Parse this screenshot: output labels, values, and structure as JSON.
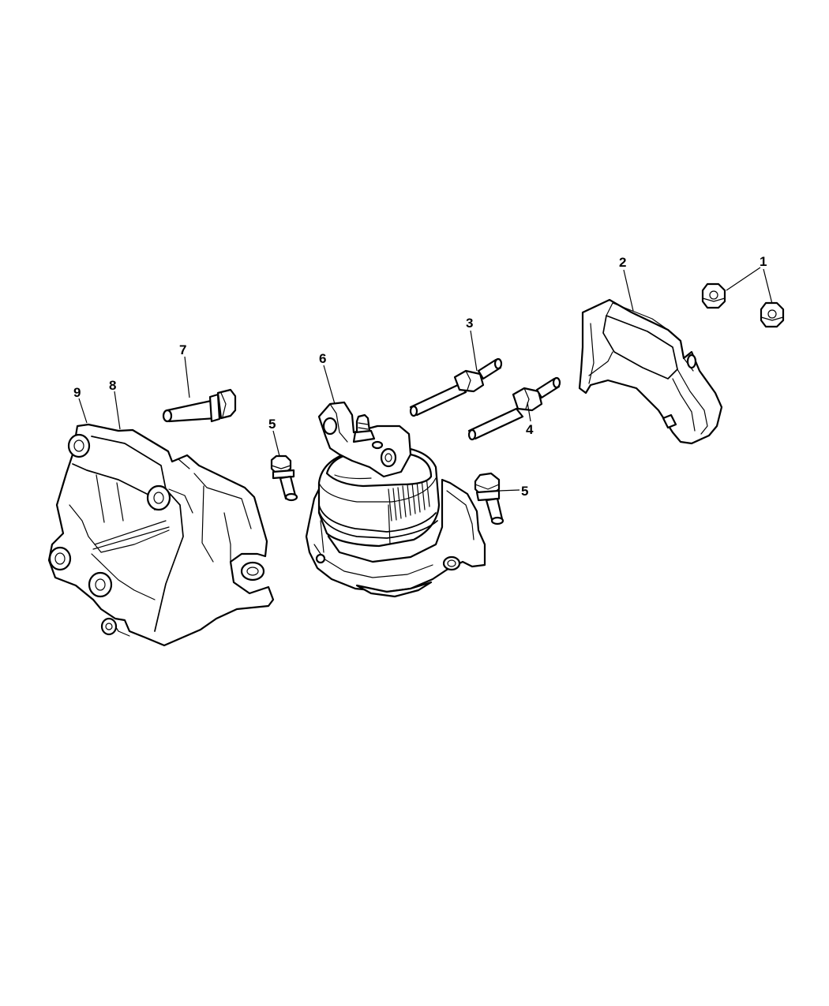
{
  "callouts": [
    {
      "id": "c1",
      "text": "1"
    },
    {
      "id": "c2",
      "text": "2"
    },
    {
      "id": "c3",
      "text": "3"
    },
    {
      "id": "c4",
      "text": "4"
    },
    {
      "id": "c5a",
      "text": "5"
    },
    {
      "id": "c5b",
      "text": "5"
    },
    {
      "id": "c6",
      "text": "6"
    },
    {
      "id": "c7",
      "text": "7"
    },
    {
      "id": "c8",
      "text": "8"
    },
    {
      "id": "c9",
      "text": "9"
    }
  ]
}
